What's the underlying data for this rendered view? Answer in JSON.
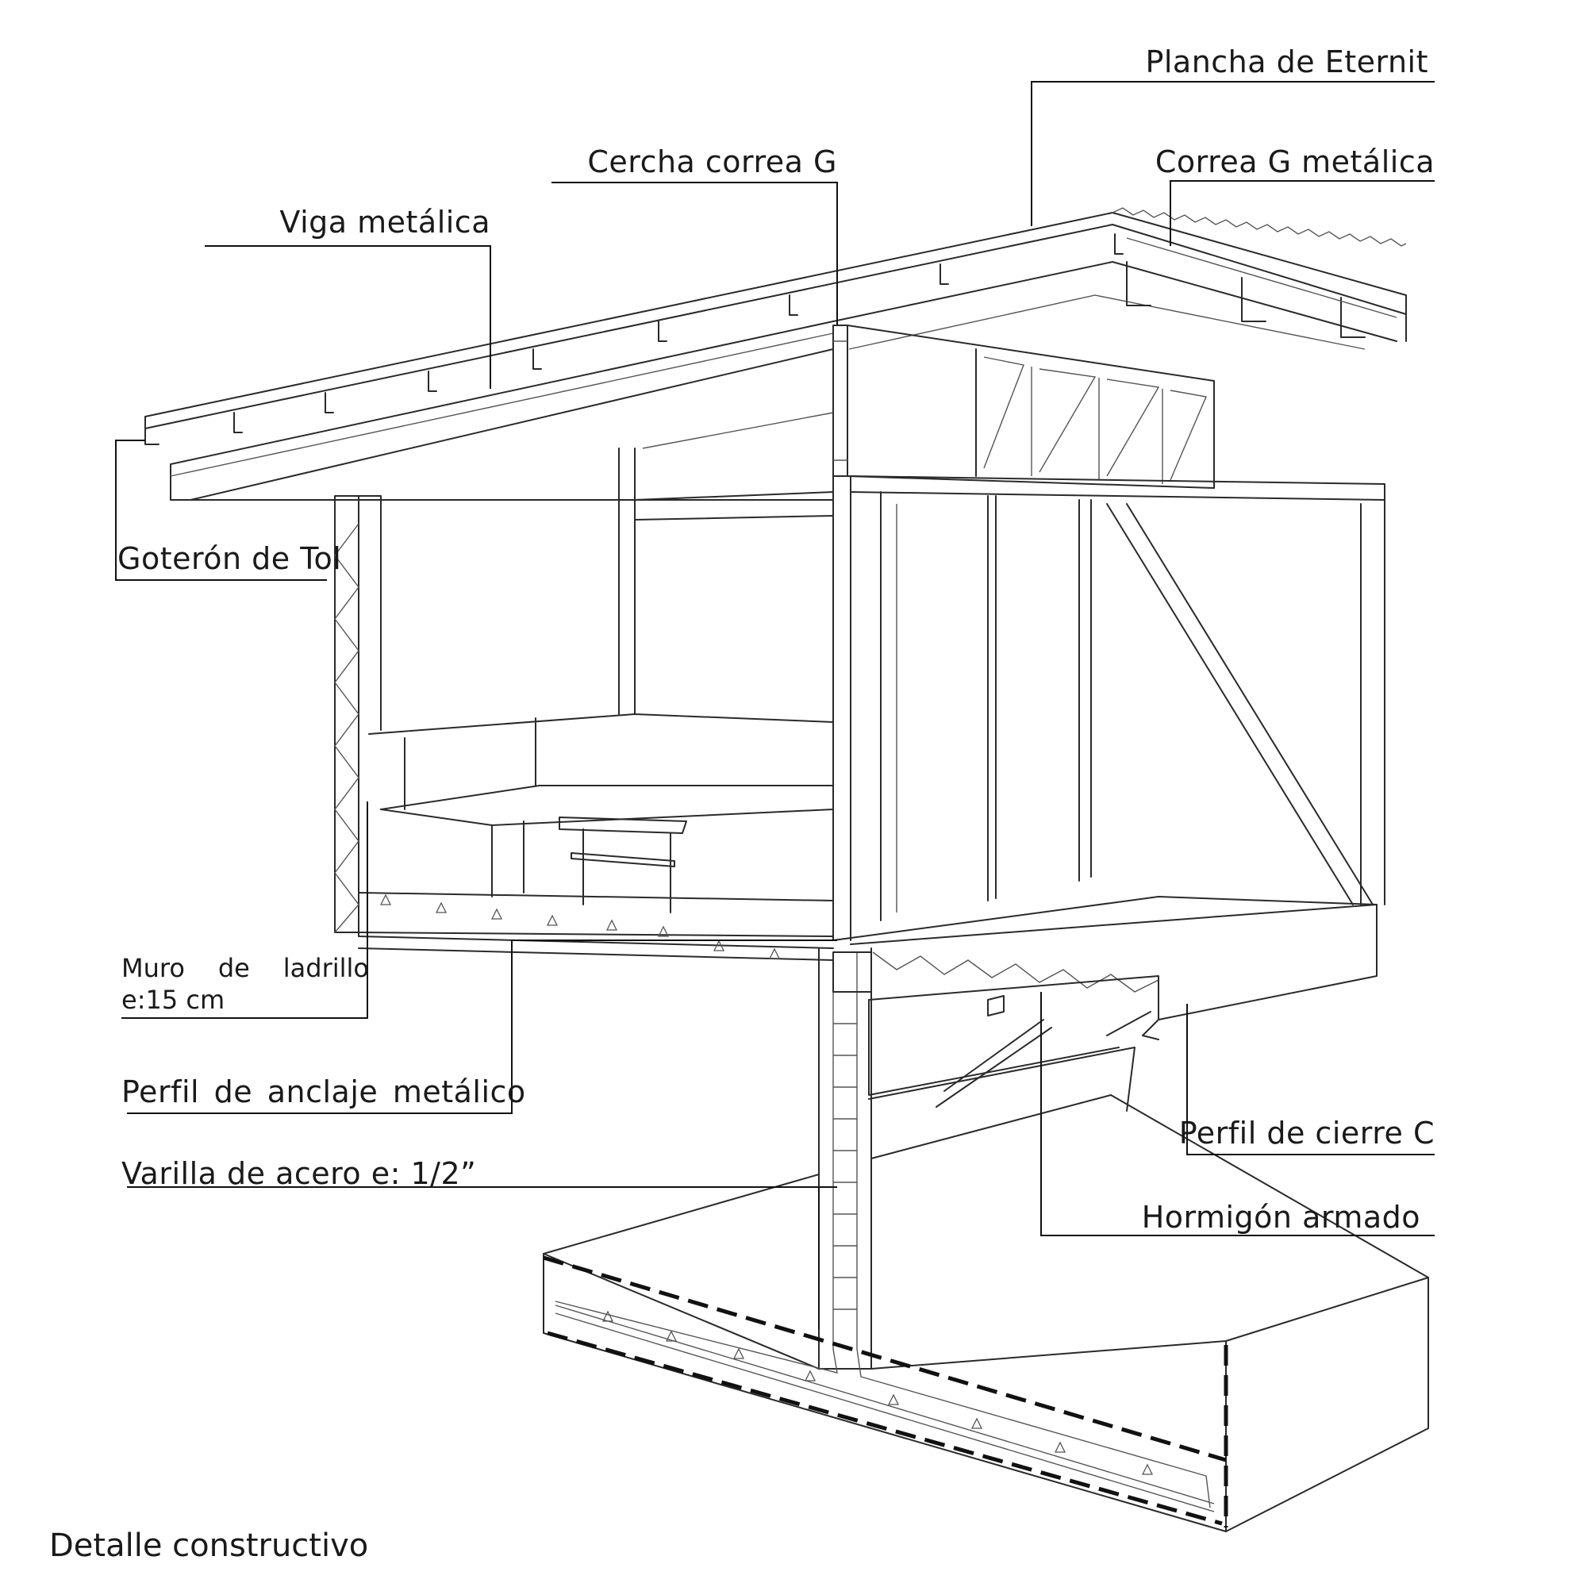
{
  "labels": {
    "plancha": "Plancha de Eternit",
    "cercha": "Cercha correa G",
    "correa": "Correa G metálica",
    "viga": "Viga metálica",
    "goteron": "Goterón de Tol",
    "muro_words": [
      "Muro",
      "de",
      "ladrillo"
    ],
    "muro_line2": "e:15 cm",
    "perfil_anclaje": "Perfil de anclaje metálico",
    "varilla": "Varilla de acero e: 1/2”",
    "perfil_cierre": "Perfil de cierre C",
    "hormigon": "Hormigón armado"
  },
  "caption": "Detalle constructivo"
}
